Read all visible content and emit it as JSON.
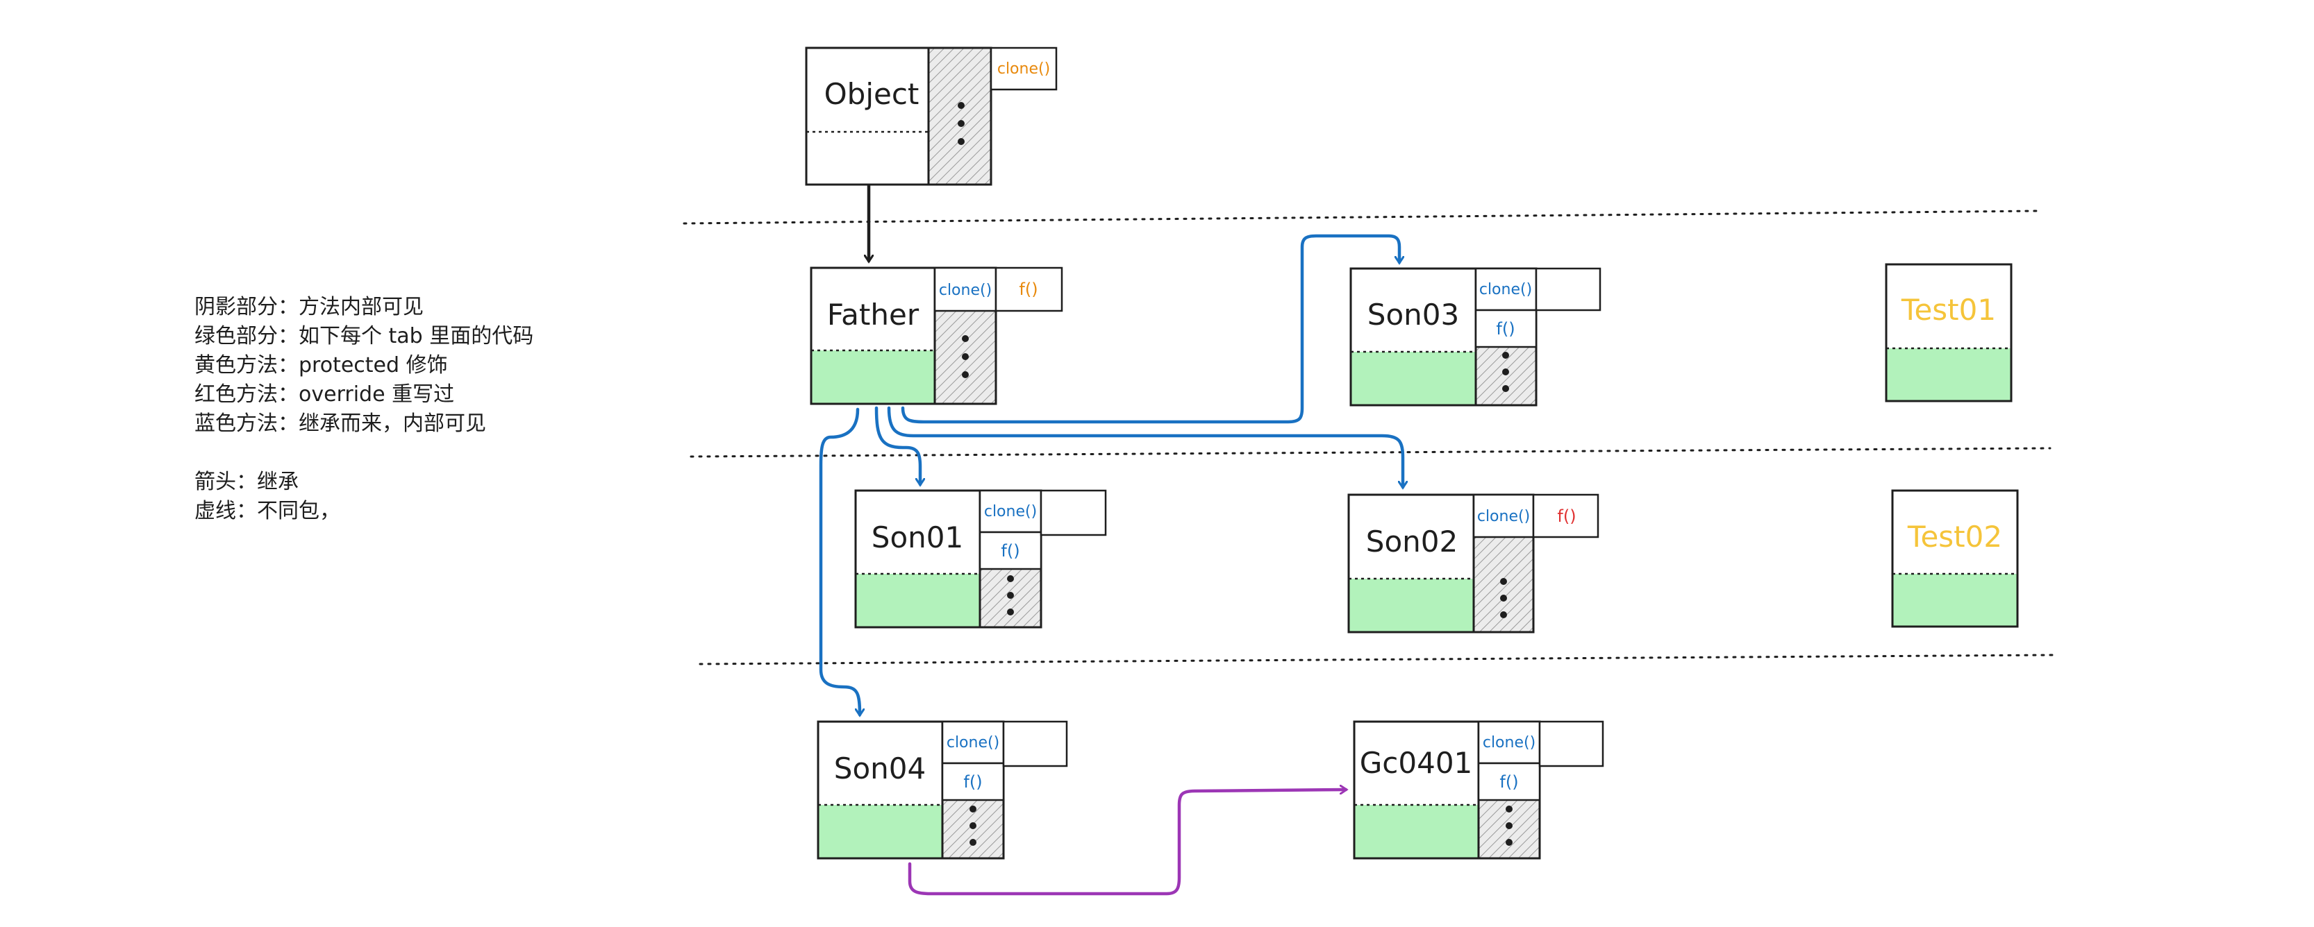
{
  "legend": {
    "lines": [
      "阴影部分：方法内部可见",
      "绿色部分：如下每个 tab 里面的代码",
      "黄色方法：protected 修饰",
      "红色方法：override 重写过",
      "蓝色方法：继承而来，内部可见"
    ],
    "lines2": [
      "箭头：继承",
      "虚线：不同包，"
    ]
  },
  "colors": {
    "ink": "#1e1e1e",
    "green": "#b2f2bb",
    "blue": "#1971c2",
    "orange": "#e8890c",
    "red": "#e03131",
    "yellow": "#f5c43a",
    "purple": "#9c36b5",
    "hatch": "#d0d0d0"
  },
  "boxes": {
    "object": {
      "name": "Object",
      "methods": [
        "clone()"
      ]
    },
    "father": {
      "name": "Father",
      "methods": [
        "clone()",
        "f()"
      ]
    },
    "son01": {
      "name": "Son01",
      "methods": [
        "clone()",
        "f()"
      ]
    },
    "son02": {
      "name": "Son02",
      "methods": [
        "clone()",
        "f()"
      ]
    },
    "son03": {
      "name": "Son03",
      "methods": [
        "clone()",
        "f()"
      ]
    },
    "son04": {
      "name": "Son04",
      "methods": [
        "clone()",
        "f()"
      ]
    },
    "gc0401": {
      "name": "Gc0401",
      "methods": [
        "clone()",
        "f()"
      ]
    },
    "test01": {
      "name": "Test01"
    },
    "test02": {
      "name": "Test02"
    }
  }
}
